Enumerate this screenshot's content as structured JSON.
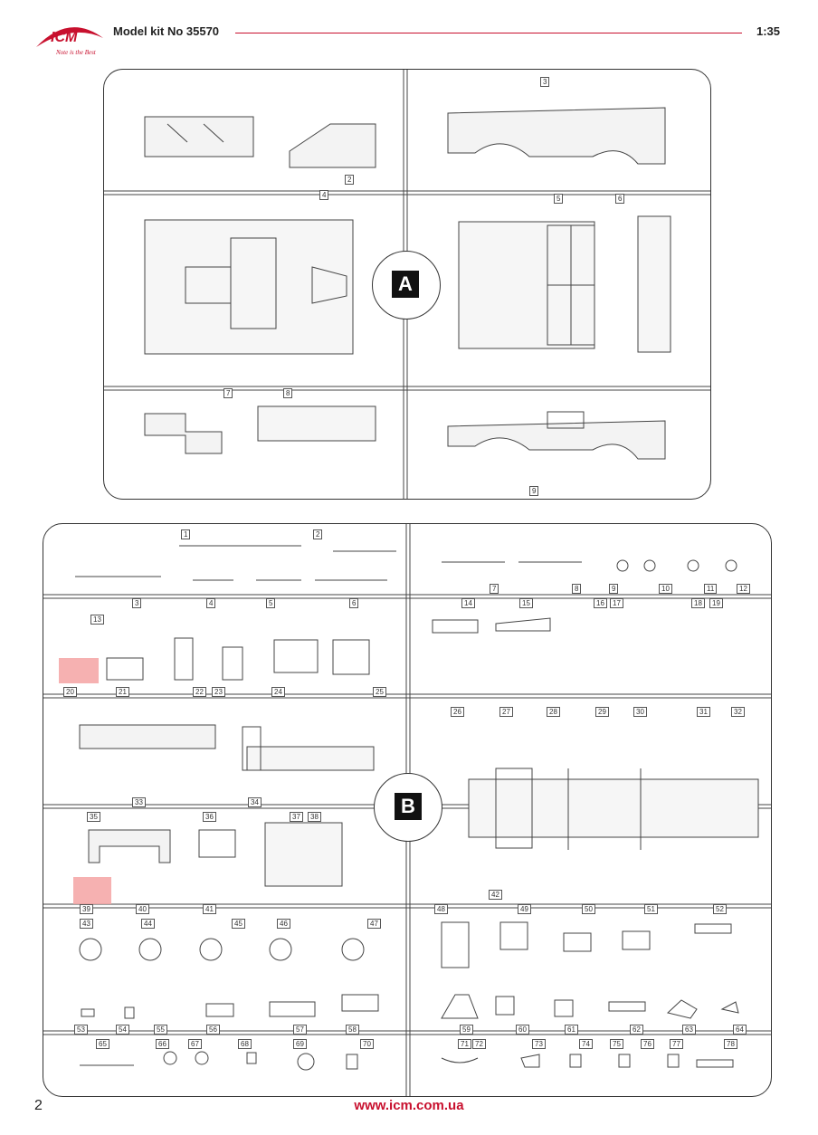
{
  "header": {
    "brand": "ICM",
    "tagline": "Note is the Best",
    "kit_title": "Model kit No 35570",
    "scale": "1:35"
  },
  "sprue_a": {
    "label": "A",
    "part_numbers": [
      "2",
      "3",
      "4",
      "5",
      "6",
      "7",
      "8",
      "9"
    ]
  },
  "sprue_b": {
    "label": "B",
    "part_numbers": [
      "1",
      "2",
      "3",
      "4",
      "5",
      "6",
      "7",
      "8",
      "9",
      "10",
      "11",
      "12",
      "13",
      "14",
      "15",
      "16",
      "17",
      "18",
      "19",
      "20",
      "21",
      "22",
      "23",
      "24",
      "25",
      "26",
      "27",
      "28",
      "29",
      "30",
      "31",
      "32",
      "33",
      "34",
      "35",
      "36",
      "37",
      "38",
      "39",
      "40",
      "41",
      "42",
      "43",
      "44",
      "45",
      "46",
      "47",
      "48",
      "49",
      "50",
      "51",
      "52",
      "53",
      "54",
      "55",
      "56",
      "57",
      "58",
      "59",
      "60",
      "61",
      "62",
      "63",
      "64",
      "65",
      "66",
      "67",
      "68",
      "69",
      "70",
      "71",
      "72",
      "73",
      "74",
      "75",
      "76",
      "77",
      "78"
    ]
  },
  "footer": {
    "page_number": "2",
    "url": "www.icm.com.ua"
  },
  "colors": {
    "brand_red": "#c8102e",
    "highlight": "#f4a3a3"
  }
}
